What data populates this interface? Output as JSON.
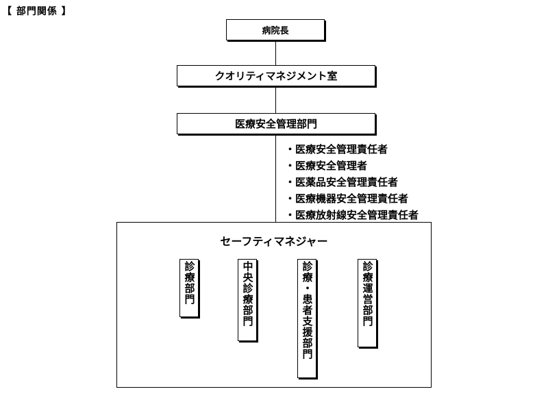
{
  "heading": "【 部門関係 】",
  "nodes": {
    "director": "病院長",
    "quality_management_office": "クオリティマネジメント室",
    "medical_safety_department": "医療安全管理部門"
  },
  "roles": [
    "医療安全管理責任者",
    "医療安全管理者",
    "医薬品安全管理責任者",
    "医療機器安全管理責任者",
    "医療放射線安全管理責任者"
  ],
  "safety_managers": {
    "title": "セーフティマネジャー",
    "departments": [
      "診療部門",
      "中央診療部門",
      "診療・患者支援部門",
      "診療運営部門"
    ]
  }
}
